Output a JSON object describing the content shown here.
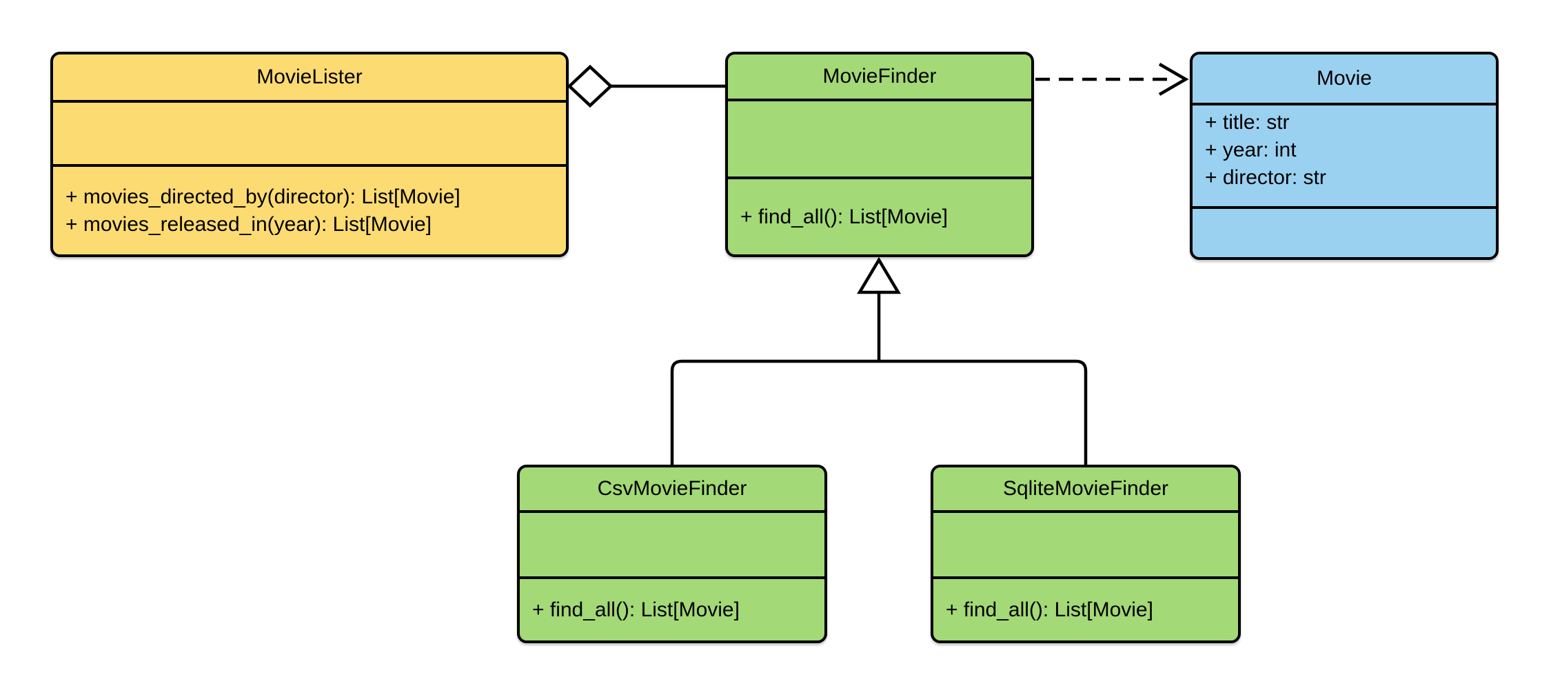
{
  "diagram": {
    "background_color": "#ffffff",
    "stroke_color": "#000000",
    "classes": [
      {
        "name": "MovieLister",
        "color": "#FCDB72",
        "attributes": [],
        "methods": [
          "+ movies_directed_by(director): List[Movie]",
          "+ movies_released_in(year): List[Movie]"
        ]
      },
      {
        "name": "MovieFinder",
        "color": "#A3D977",
        "attributes": [],
        "methods": [
          "+ find_all(): List[Movie]"
        ]
      },
      {
        "name": "Movie",
        "color": "#9BD1F0",
        "attributes": [
          "+ title: str",
          "+ year: int",
          "+ director: str"
        ],
        "methods": []
      },
      {
        "name": "CsvMovieFinder",
        "color": "#A3D977",
        "attributes": [],
        "methods": [
          "+ find_all(): List[Movie]"
        ]
      },
      {
        "name": "SqliteMovieFinder",
        "color": "#A3D977",
        "attributes": [],
        "methods": [
          "+ find_all(): List[Movie]"
        ]
      }
    ],
    "relationships": [
      {
        "type": "aggregation",
        "from": "MovieLister",
        "to": "MovieFinder",
        "marker": "hollow-diamond",
        "line": "solid"
      },
      {
        "type": "dependency",
        "from": "MovieFinder",
        "to": "Movie",
        "marker": "open-arrow",
        "line": "dashed"
      },
      {
        "type": "inheritance",
        "from": "CsvMovieFinder",
        "to": "MovieFinder",
        "marker": "hollow-triangle",
        "line": "solid"
      },
      {
        "type": "inheritance",
        "from": "SqliteMovieFinder",
        "to": "MovieFinder",
        "marker": "hollow-triangle",
        "line": "solid"
      }
    ]
  }
}
